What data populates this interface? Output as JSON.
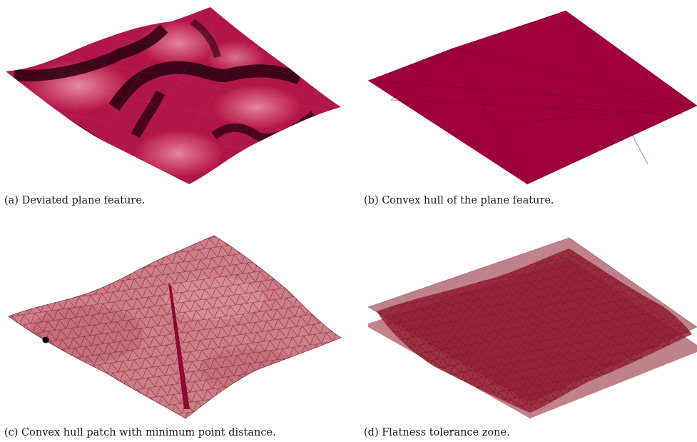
{
  "figure": {
    "panels": [
      {
        "caption": "(a) Deviated plane feature."
      },
      {
        "caption": "(b) Convex hull of the plane feature."
      },
      {
        "caption": "(c) Convex hull patch with minimum point distance."
      },
      {
        "caption": "(d) Flatness tolerance zone."
      }
    ]
  },
  "colors": {
    "surface_crimson": "#a0003a",
    "surface_dark": "#2a0010",
    "surface_light": "#e07a98",
    "mesh_fill": "#c7707a",
    "mesh_line": "#5a0a20",
    "tolerance_plane": "#8b1c2c"
  }
}
